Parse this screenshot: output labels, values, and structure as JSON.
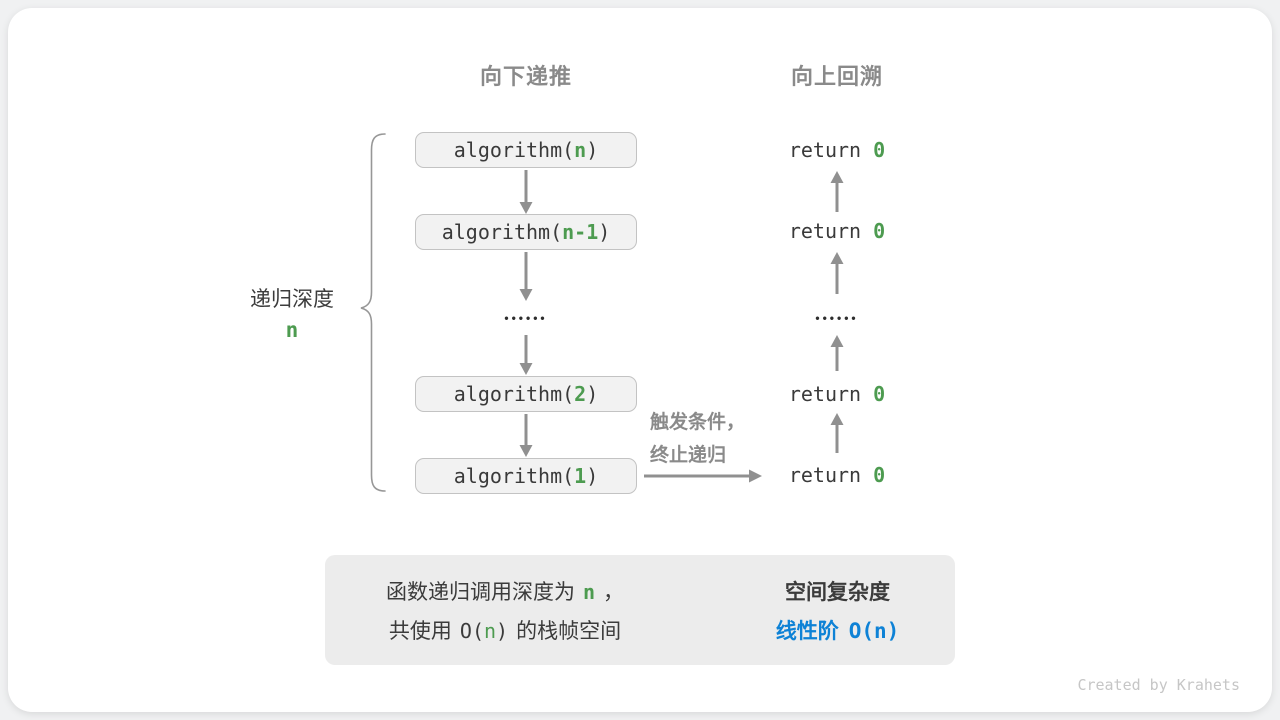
{
  "colors": {
    "green": "#4d9b50",
    "blue": "#0e82d6",
    "gray_label": "#8a8a8a",
    "dark_text": "#3a3a3a",
    "arrow_gray": "#909090",
    "box_fill": "#f2f2f2",
    "box_border": "#c3c3c3",
    "summary_fill": "#ececec"
  },
  "headers": {
    "downward": "向下递推",
    "upward": "向上回溯"
  },
  "depth_label": {
    "title": "递归深度",
    "variable": "n"
  },
  "recursion_column": {
    "boxes": [
      {
        "prefix": "algorithm(",
        "arg": "n",
        "suffix": ")"
      },
      {
        "prefix": "algorithm(",
        "arg": "n-1",
        "suffix": ")"
      },
      {
        "prefix": "algorithm(",
        "arg": "2",
        "suffix": ")"
      },
      {
        "prefix": "algorithm(",
        "arg": "1",
        "suffix": ")"
      }
    ],
    "ellipsis": "••••••"
  },
  "return_column": {
    "items": [
      {
        "keyword": "return",
        "value": "0"
      },
      {
        "keyword": "return",
        "value": "0"
      },
      {
        "keyword": "return",
        "value": "0"
      },
      {
        "keyword": "return",
        "value": "0"
      }
    ],
    "ellipsis": "••••••"
  },
  "base_case_note": {
    "line1": "触发条件，",
    "line2": "终止递归"
  },
  "summary": {
    "left": {
      "line1_text": "函数递归调用深度为",
      "line1_var": "n",
      "line1_punct": "，",
      "line2_pre": "共使用",
      "line2_code_open": "O(",
      "line2_var": "n",
      "line2_code_close": ")",
      "line2_post": "的栈帧空间"
    },
    "right": {
      "title": "空间复杂度",
      "result_label": "线性阶",
      "result_code": "O(n)"
    }
  },
  "credit": "Created by Krahets"
}
